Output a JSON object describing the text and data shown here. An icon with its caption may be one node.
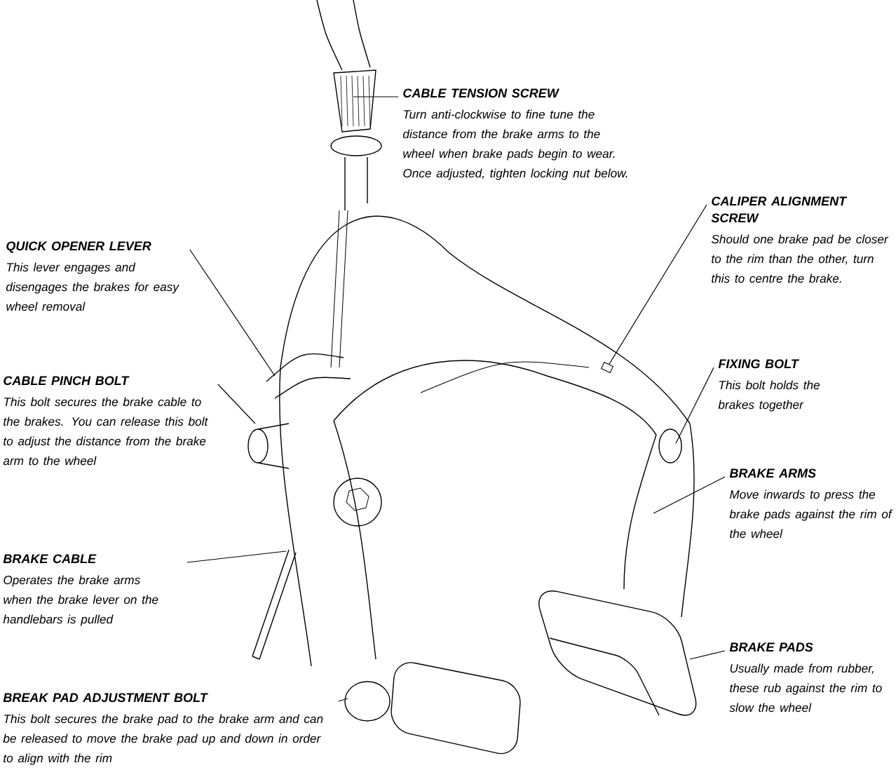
{
  "diagram": {
    "nodes": [
      {
        "text": [
          "CABLE TENSION SCREW",
          "Turn anti-clockwise to fine tune the distance from the brake arms to the wheel when brake pads begin to wear.  Once adjusted, tighten locking nut below."
        ]
      },
      {
        "text": [
          "CALIPER ALIGNMENT SCREW",
          "Should one brake pad be closer to the rim than the other, turn this to centre the brake."
        ]
      },
      {
        "text": [
          "QUICK OPENER LEVER",
          "This lever engages and disengages the brakes for easy wheel removal"
        ]
      },
      {
        "text": [
          "FIXING BOLT",
          "This bolt holds the brakes together"
        ]
      },
      {
        "text": [
          "CABLE PINCH BOLT",
          "This bolt secures the brake cable to the brakes. You can release this bolt to adjust the distance from the brake arm to the wheel"
        ]
      },
      {
        "text": [
          "BRAKE ARMS",
          "Move inwards to press the brake pads against the rim of the wheel"
        ]
      },
      {
        "text": [
          "BRAKE CABLE",
          "Operates the brake arms when the brake lever on the handlebars is pulled"
        ]
      },
      {
        "text": [
          "BRAKE PADS",
          "Usually made from rubber, these rub against the rim to slow the wheel"
        ]
      },
      {
        "text": [
          "BREAK PAD ADJUSTMENT BOLT",
          "This bolt secures the brake pad to the brake arm and can be released to move the brake pad up and down in order to align with the rim"
        ]
      },
      {
        "text": [],
        "shape": "box"
      }
    ],
    "edges": [
      {
        "from": 0,
        "to": null,
        "arrow": "none"
      },
      {
        "from": 1,
        "to": 9,
        "arrow": "none"
      },
      {
        "from": 2,
        "to": null,
        "arrow": "none"
      },
      {
        "from": 3,
        "to": null,
        "arrow": "none"
      },
      {
        "from": 4,
        "to": null,
        "arrow": "none"
      },
      {
        "from": 5,
        "to": null,
        "arrow": "none"
      },
      {
        "from": 6,
        "to": null,
        "arrow": "none"
      },
      {
        "from": 7,
        "to": null,
        "arrow": "none"
      },
      {
        "from": 8,
        "to": null,
        "arrow": "none"
      }
    ]
  }
}
